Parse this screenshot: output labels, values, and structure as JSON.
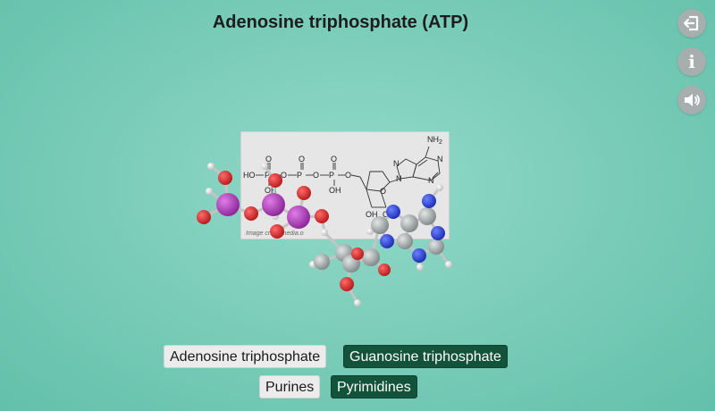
{
  "title": "Adenosine triphosphate (ATP)",
  "controls": {
    "exit_icon": "exit-icon",
    "info_icon": "info-icon",
    "sound_icon": "speaker-icon",
    "info_glyph": "i"
  },
  "structure_image": {
    "nh2": "NH",
    "nh2_sub": "2",
    "ho": "HO",
    "oh_phosphate": "OH",
    "oh_bottom_left": "OH",
    "oh_bottom_right": "OH",
    "o_label": "O",
    "p_label": "P",
    "n_label": "N",
    "credit": "Image cre      ikimedia.o"
  },
  "answers": {
    "row1": [
      "Adenosine triphosphate",
      "Guanosine triphosphate"
    ],
    "row2": [
      "Purines",
      "Pyrimidines"
    ]
  },
  "colors": {
    "background": "#7fcfbc",
    "button_dark": "#13533c",
    "button_light": "#ececec",
    "phosphorus": "#a63ab0",
    "oxygen": "#d42a2a",
    "carbon": "#a8aeae",
    "nitrogen": "#2a3fd6",
    "hydrogen": "#efefef"
  }
}
